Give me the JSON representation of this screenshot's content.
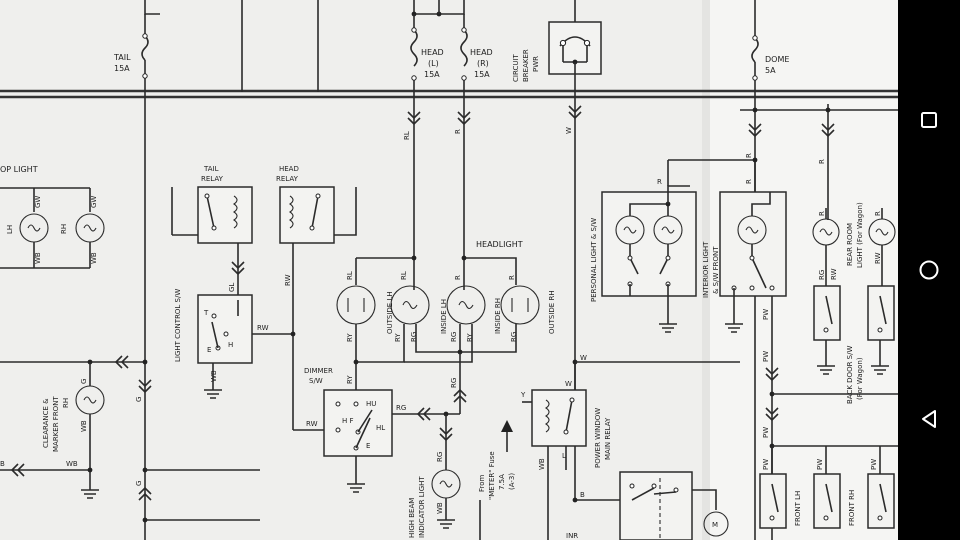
{
  "labels": {
    "tail_fuse": "TAIL",
    "tail_amp": "15A",
    "head_l_fuse": "HEAD",
    "head_l_side": "(L)",
    "head_l_amp": "15A",
    "head_r_fuse": "HEAD",
    "head_r_side": "(R)",
    "head_r_amp": "15A",
    "cb_1": "CIRCUIT",
    "cb_2": "BREAKER",
    "cb_3": "PWR",
    "dome_fuse": "DOME",
    "dome_amp": "5A",
    "stop_light": "OP LIGHT",
    "tail_relay_1": "TAIL",
    "tail_relay_2": "RELAY",
    "head_relay_1": "HEAD",
    "head_relay_2": "RELAY",
    "light_control": "LIGHT CONTROL S/W",
    "headlight": "HEADLIGHT",
    "outside_lh": "OUTSIDE LH",
    "inside_lh": "INSIDE LH",
    "inside_rh": "INSIDE RH",
    "outside_rh": "OUTSIDE RH",
    "dimmer_1": "DIMMER",
    "dimmer_2": "S/W",
    "personal_light": "PERSONAL LIGHT & S/W",
    "interior_light_1": "INTERIOR LIGHT",
    "interior_light_2": "& S/W FRONT",
    "rear_room_1": "REAR ROOM",
    "rear_room_2": "LIGHT (For Wagon)",
    "back_door_1": "BACK DOOR S/W",
    "back_door_2": "(For Wagon)",
    "clearance_1": "CLEARANCE &",
    "clearance_2": "MARKER FRONT",
    "clearance_3": "RH",
    "high_beam_1": "HIGH BEAM",
    "high_beam_2": "INDICATOR LIGHT",
    "meter_1": "From",
    "meter_2": "\"METER\" Fuse",
    "meter_3": "7.5A",
    "meter_4": "(A-3)",
    "pw_relay_1": "POWER WINDOW",
    "pw_relay_2": "MAIN RELAY",
    "front_lh": "FRONT LH",
    "front_rh": "FRONT RH",
    "motor": "M",
    "sw_T": "T",
    "sw_E": "E",
    "sw_H": "H",
    "sw_HU": "HU",
    "sw_HF": "H F",
    "sw_HL": "HL",
    "sw_E2": "E",
    "term_Y": "Y",
    "term_L": "L",
    "lh": "LH",
    "rh": "RH",
    "inr": "INR"
  },
  "wires": {
    "G": "G",
    "GL": "GL",
    "GW": "GW",
    "WB": "WB",
    "RW": "RW",
    "RL": "RL",
    "R": "R",
    "W": "W",
    "RY": "RY",
    "RG": "RG",
    "PW": "PW",
    "B": "B"
  },
  "navigation": {
    "recent_icon": "square-outline",
    "home_icon": "circle-outline",
    "back_icon": "triangle-left-outline"
  },
  "colors": {
    "paper": "#efefed",
    "ink": "#2b2b2b",
    "navbar": "#000000",
    "nav_icon": "#ffffff"
  }
}
